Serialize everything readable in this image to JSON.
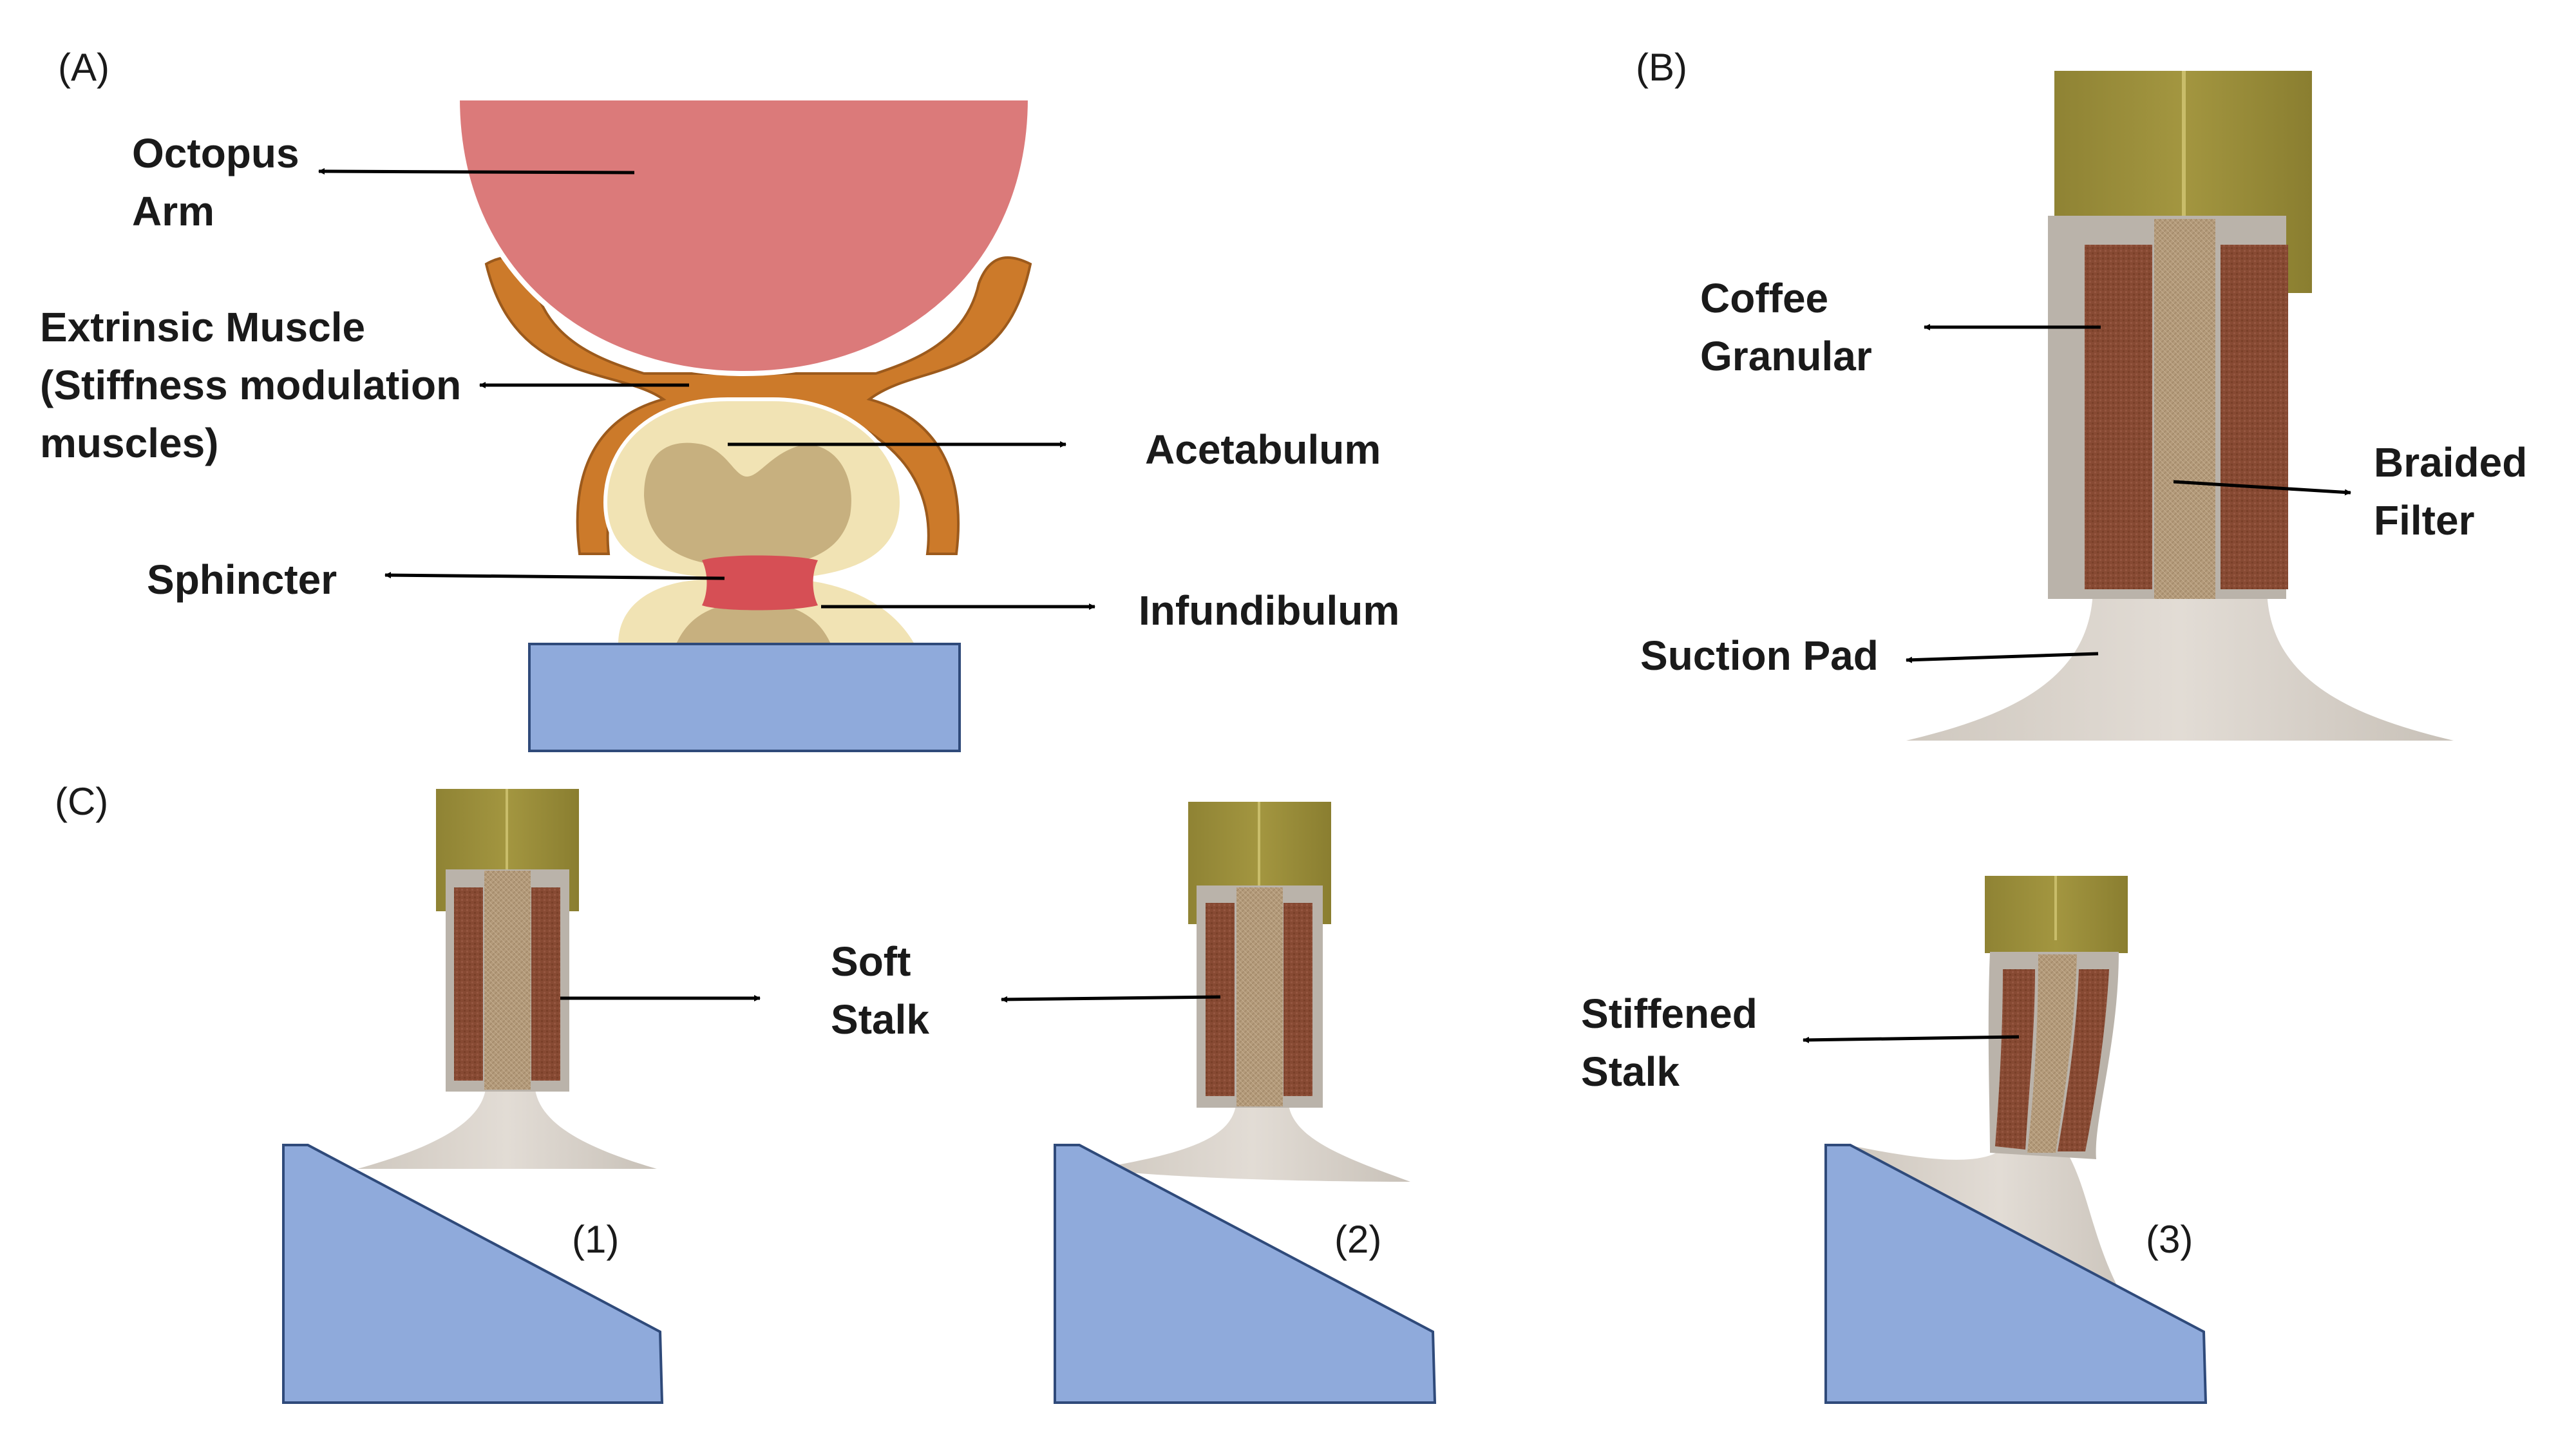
{
  "panels": {
    "a": "(A)",
    "b": "(B)",
    "c": "(C)"
  },
  "labels_a": {
    "octopus_l1": "Octopus",
    "octopus_l2": "Arm",
    "extrinsic_l1": "Extrinsic Muscle",
    "extrinsic_l2": "(Stiffness modulation",
    "extrinsic_l3": "muscles)",
    "acetabulum": "Acetabulum",
    "sphincter": "Sphincter",
    "infundibulum": "Infundibulum"
  },
  "labels_b": {
    "coffee_l1": "Coffee",
    "coffee_l2": "Granular",
    "braided_l1": "Braided",
    "braided_l2": "Filter",
    "suction_pad": "Suction Pad"
  },
  "labels_c": {
    "soft_l1": "Soft",
    "soft_l2": "Stalk",
    "stiffened_l1": "Stiffened",
    "stiffened_l2": "Stalk",
    "case1": "(1)",
    "case2": "(2)",
    "case3": "(3)"
  },
  "colors": {
    "octopus_arm": "#db7a7a",
    "muscle": "#cc7a2a",
    "acetabulum": "#f1e3b4",
    "acetabulum_inner": "#c7b07f",
    "sphincter": "#d64f55",
    "substrate": "#8faadb",
    "cap": "#9b8e3a",
    "coffee": "#874a33",
    "filter": "#b69d7d",
    "pad": "#d6cfc7"
  }
}
